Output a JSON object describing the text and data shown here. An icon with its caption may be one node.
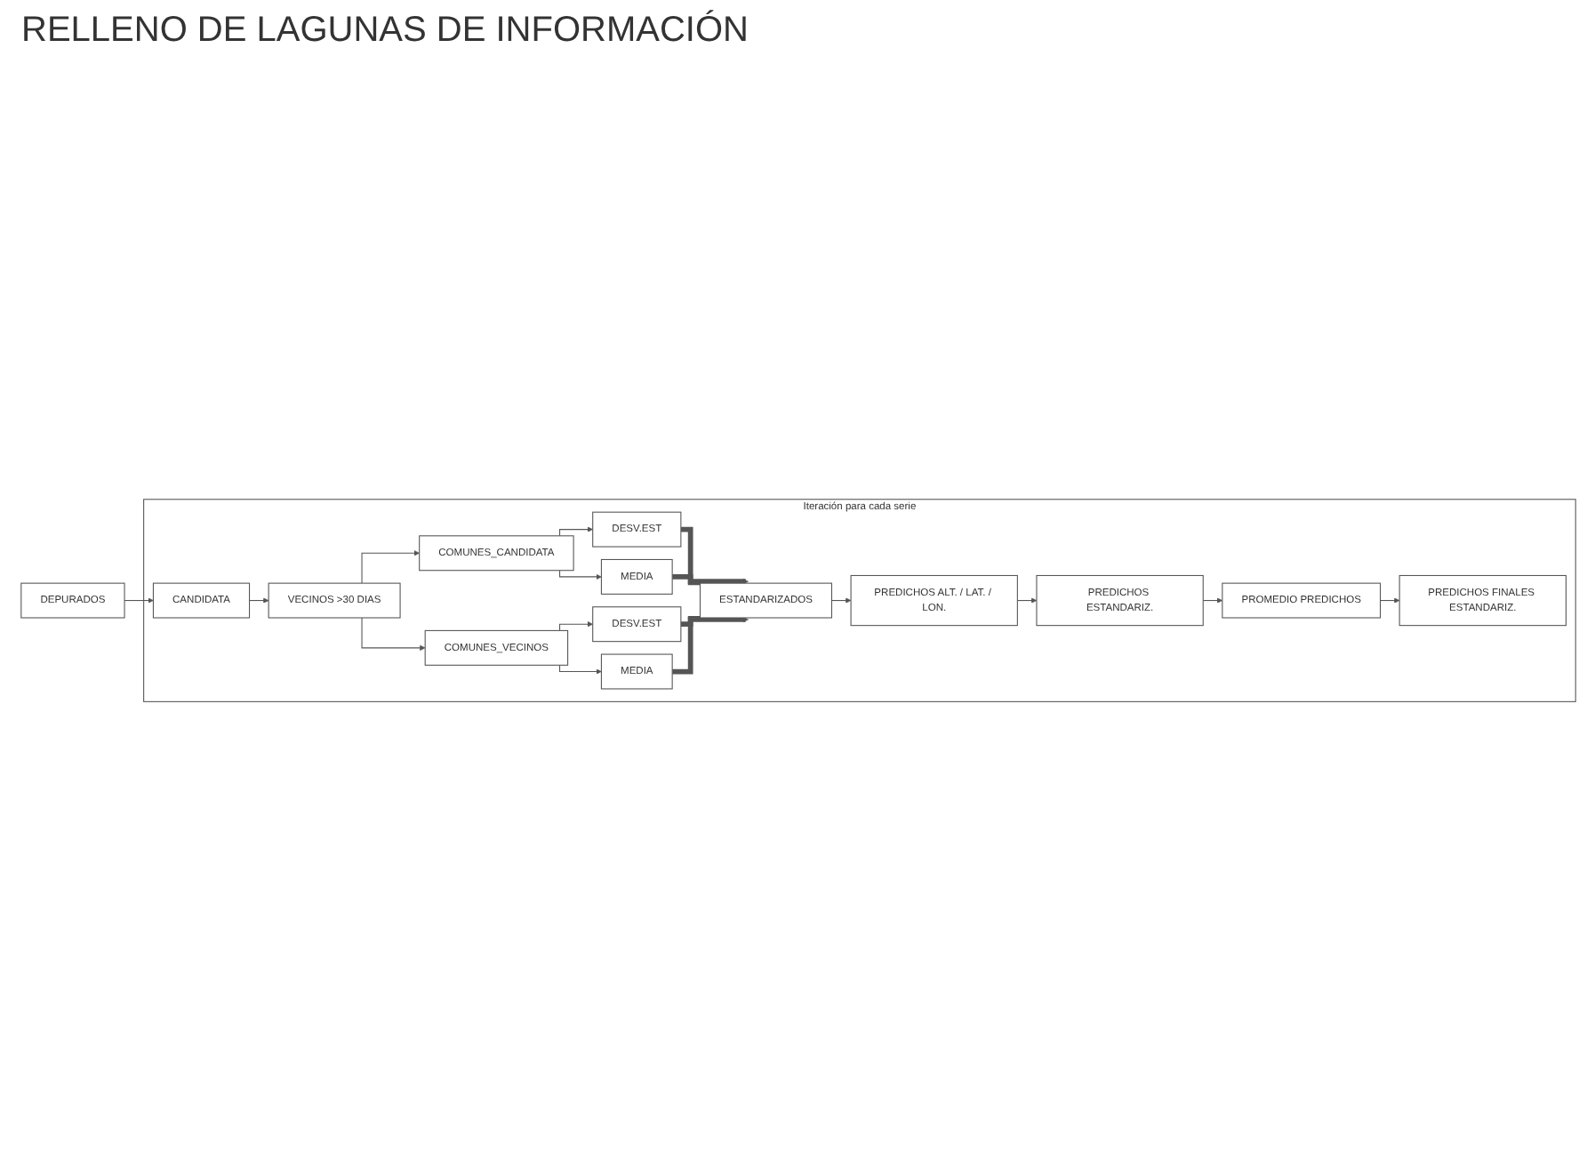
{
  "diagram": {
    "title": "RELLENO DE LAGUNAS DE INFORMACIÓN",
    "nodes": [
      {
        "text": [
          "Iteración para cada serie"
        ]
      },
      {
        "text": [
          "DEPURADOS"
        ]
      },
      {
        "text": [
          "CANDIDATA"
        ],
        "in": 0
      },
      {
        "text": [
          "VECINOS >30 DIAS"
        ],
        "in": 0
      },
      {
        "text": [
          "COMUNES_CANDIDATA"
        ],
        "in": 0
      },
      {
        "text": [
          "COMUNES_VECINOS"
        ],
        "in": 0
      },
      {
        "text": [
          "DESV.EST"
        ],
        "in": 0
      },
      {
        "text": [
          "MEDIA"
        ],
        "in": 0
      },
      {
        "text": [
          "DESV.EST"
        ],
        "in": 0
      },
      {
        "text": [
          "MEDIA"
        ],
        "in": 0
      },
      {
        "text": [
          "ESTANDARIZADOS"
        ],
        "in": 0
      },
      {
        "text": [
          "PREDICHOS ALT. / LAT. / LON."
        ],
        "in": 0
      },
      {
        "text": [
          "PREDICHOS ESTANDARIZ."
        ],
        "in": 0
      },
      {
        "text": [
          "PROMEDIO PREDICHOS"
        ],
        "in": 0
      },
      {
        "text": [
          "PREDICHOS FINALES ESTANDARIZ."
        ],
        "in": 0
      }
    ],
    "edges": [
      {
        "from": 1,
        "to": 2,
        "arrow": "to"
      },
      {
        "from": 2,
        "to": 3,
        "arrow": "to"
      },
      {
        "from": 3,
        "to": 4,
        "arrow": "to"
      },
      {
        "from": 3,
        "to": 5,
        "arrow": "to"
      },
      {
        "from": 4,
        "to": 6,
        "arrow": "to"
      },
      {
        "from": 4,
        "to": 7,
        "arrow": "to"
      },
      {
        "from": 5,
        "to": 8,
        "arrow": "to"
      },
      {
        "from": 5,
        "to": 9,
        "arrow": "to"
      },
      {
        "from": 6,
        "to": 10,
        "arrow": "to",
        "style": "thick"
      },
      {
        "from": 7,
        "to": 10,
        "arrow": "to",
        "style": "thick"
      },
      {
        "from": 8,
        "to": 10,
        "arrow": "to",
        "style": "thick"
      },
      {
        "from": 9,
        "to": 10,
        "arrow": "to",
        "style": "thick"
      },
      {
        "from": 10,
        "to": 11,
        "arrow": "to"
      },
      {
        "from": 11,
        "to": 12,
        "arrow": "to"
      },
      {
        "from": 12,
        "to": 13,
        "arrow": "to"
      },
      {
        "from": 13,
        "to": 14,
        "arrow": "to"
      }
    ]
  }
}
